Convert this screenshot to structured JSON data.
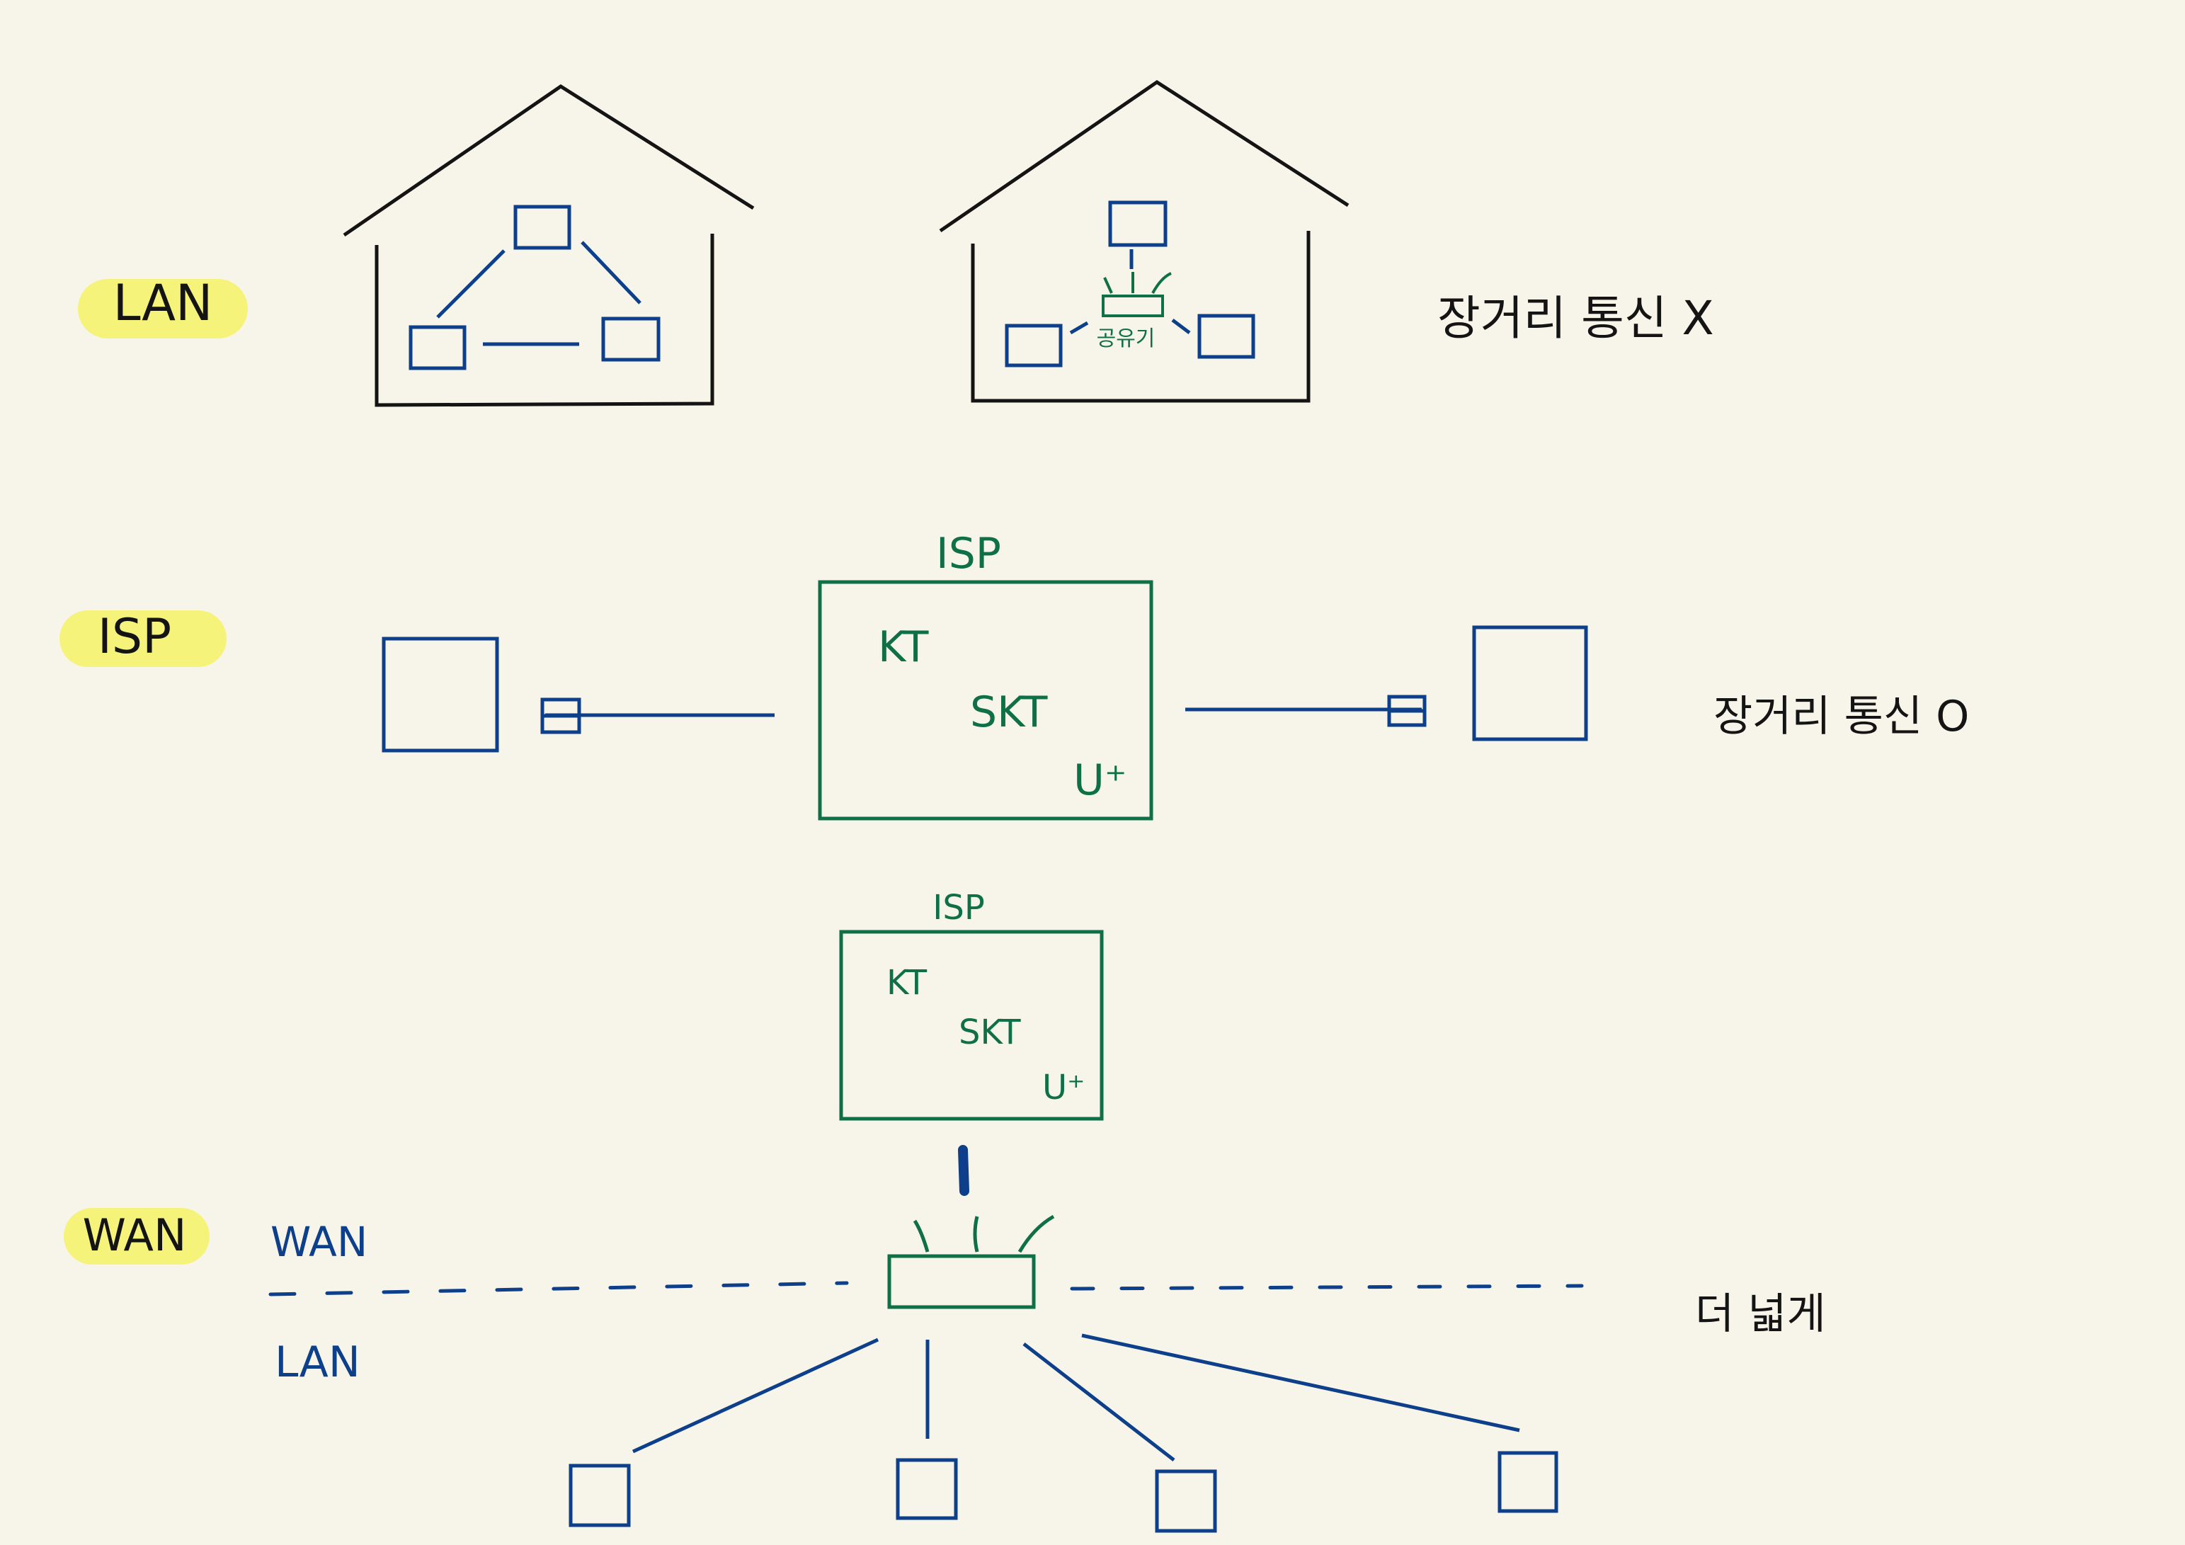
{
  "colors": {
    "background": "#f7f5ea",
    "ink_black": "#141414",
    "ink_blue": "#0d3f8a",
    "ink_green": "#0f7048",
    "highlight": "#f6f37a"
  },
  "sections": {
    "lan": {
      "label": "LAN",
      "note": "장거리 통신 X",
      "router_label": "공유기"
    },
    "isp": {
      "label": "ISP",
      "box_title": "ISP",
      "providers": [
        "KT",
        "SKT",
        "U⁺"
      ],
      "note": "장거리 통신 O"
    },
    "wan": {
      "label": "WAN",
      "box_title": "ISP",
      "providers": [
        "KT",
        "SKT",
        "U⁺"
      ],
      "upper_label": "WAN",
      "lower_label": "LAN",
      "note": "더 넓게"
    }
  }
}
